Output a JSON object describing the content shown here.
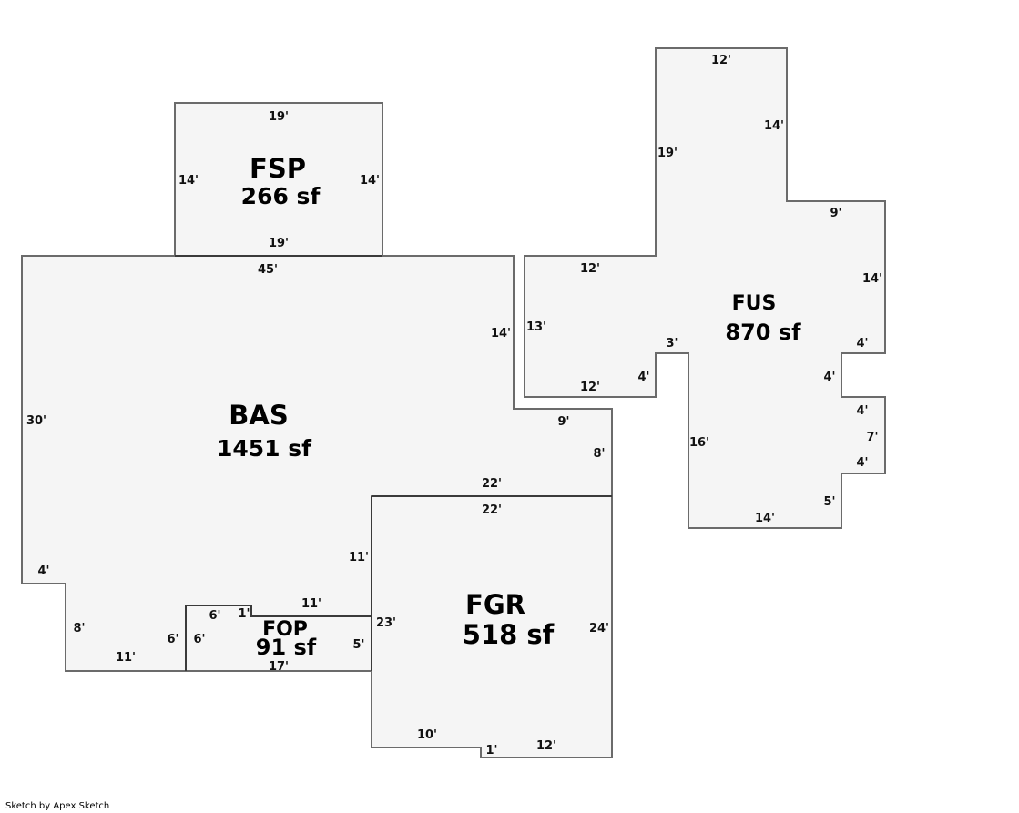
{
  "credit": "Sketch by Apex Sketch",
  "areas": {
    "fsp": {
      "code": "FSP",
      "sqft": "266 sf"
    },
    "bas": {
      "code": "BAS",
      "sqft": "1451 sf"
    },
    "fus": {
      "code": "FUS",
      "sqft": "870 sf"
    },
    "fgr": {
      "code": "FGR",
      "sqft": "518 sf"
    },
    "fop": {
      "code": "FOP",
      "sqft": "91 sf"
    }
  },
  "dimensions": {
    "fsp": [
      "19'",
      "14'",
      "14'",
      "19'"
    ],
    "bas": [
      "45'",
      "14'",
      "30'",
      "9'",
      "8'",
      "22'",
      "11'",
      "11'",
      "4'",
      "8'",
      "11'",
      "6'",
      "23'"
    ],
    "fus": [
      "12'",
      "14'",
      "19'",
      "9'",
      "12'",
      "14'",
      "13'",
      "3'",
      "4'",
      "4'",
      "12'",
      "4'",
      "4'",
      "7'",
      "4'",
      "16'",
      "5'",
      "14'"
    ],
    "fgr": [
      "22'",
      "24'",
      "10'",
      "1'",
      "12'"
    ],
    "fop": [
      "6'",
      "1'",
      "6'",
      "5'",
      "17'"
    ]
  }
}
